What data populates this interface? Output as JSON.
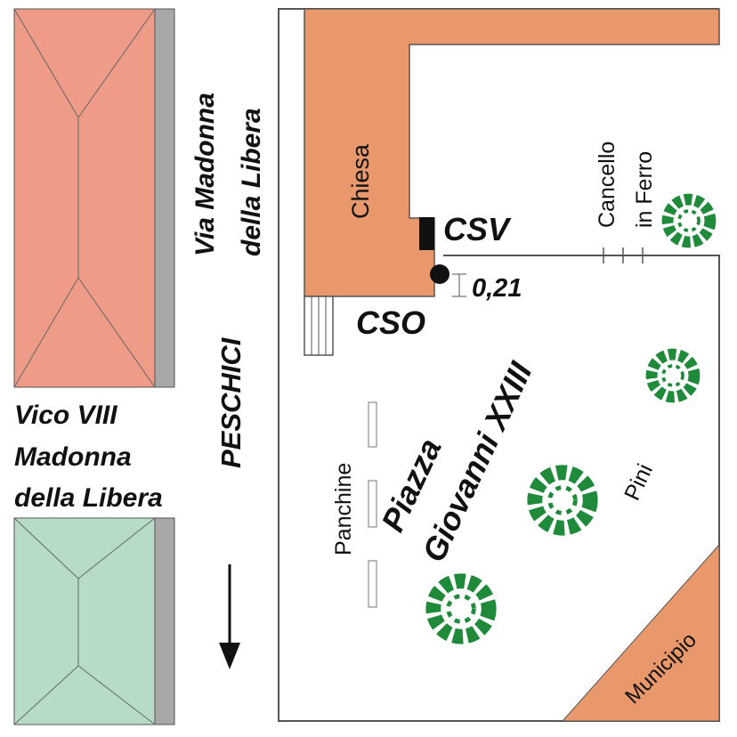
{
  "map": {
    "streets": {
      "via_line1": "Via Madonna",
      "via_line2": "della Libera",
      "town": "PESCHICI",
      "vico_line1": "Vico VIII",
      "vico_line2": "Madonna",
      "vico_line3": "della Libera"
    },
    "buildings": {
      "chiesa": "Chiesa",
      "municipio": "Municipio"
    },
    "markers": {
      "csv": "CSV",
      "cso": "CSO",
      "distance": "0,21"
    },
    "features": {
      "cancello_line1": "Cancello",
      "cancello_line2": "in Ferro",
      "panchine": "Panchine",
      "pini": "Pini"
    },
    "square": {
      "line1": "Piazza",
      "line2": "Giovanni XXIII"
    },
    "colors": {
      "building_orange": "#e8986a",
      "roof_red": "#ee9b87",
      "roof_green": "#b6dcc6",
      "side_grey": "#a8a8a8",
      "tree_green": "#1e8a3a",
      "outline": "#555555"
    },
    "icons": [
      "north-arrow-icon",
      "tree-icon",
      "bench-icon",
      "steps-icon",
      "gate-icon"
    ]
  }
}
